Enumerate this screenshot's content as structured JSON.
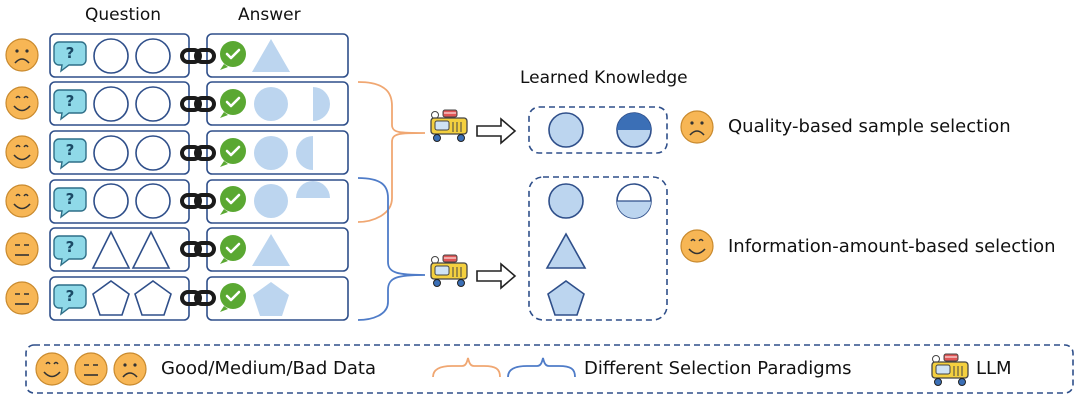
{
  "headers": {
    "question": "Question",
    "answer": "Answer"
  },
  "learned_knowledge_title": "Learned Knowledge",
  "selections": {
    "quality": "Quality-based sample selection",
    "information": "Information-amount-based selection"
  },
  "rows": [
    {
      "data_quality": "bad",
      "question_shapes": "circles",
      "answer_shape": "triangle"
    },
    {
      "data_quality": "good",
      "question_shapes": "circles",
      "answer_shape": "circle + half-circle"
    },
    {
      "data_quality": "good",
      "question_shapes": "circles",
      "answer_shape": "circle + half-circle"
    },
    {
      "data_quality": "good",
      "question_shapes": "circles",
      "answer_shape": "circle + dome"
    },
    {
      "data_quality": "medium",
      "question_shapes": "triangles",
      "answer_shape": "triangle"
    },
    {
      "data_quality": "medium",
      "question_shapes": "pentagons",
      "answer_shape": "pentagon"
    }
  ],
  "legend": {
    "data_quality": "Good/Medium/Bad Data",
    "paradigms": "Different Selection Paradigms",
    "llm": "LLM"
  },
  "colors": {
    "outline": "#2f4f8a",
    "shape_fill": "#bcd5ef",
    "face_fill": "#f7b655",
    "check_green": "#5aa832",
    "quality_brace": "#f0a772",
    "info_brace": "#4f7cc8"
  }
}
